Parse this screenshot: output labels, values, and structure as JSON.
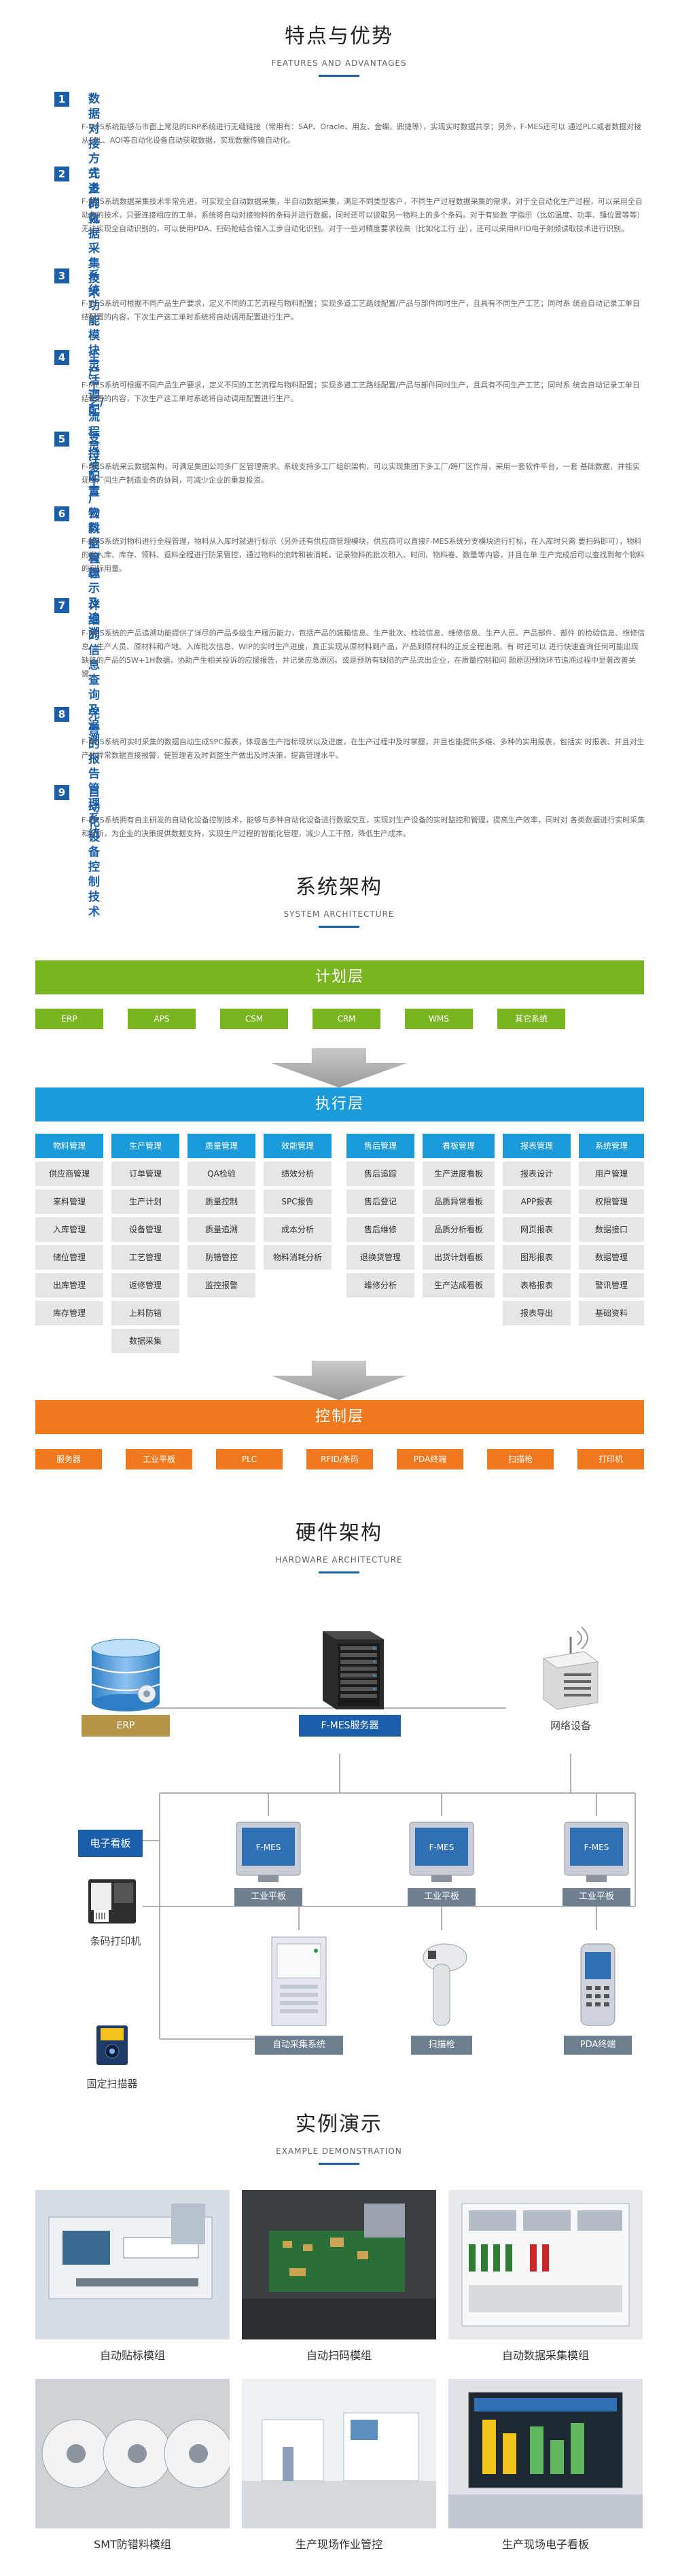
{
  "features_section": {
    "title": "特点与优势",
    "subtitle": "FEATURES AND ADVANTAGES",
    "items": [
      {
        "num": "1",
        "title": "数据对接方式多样化",
        "desc": "F-MES系统能够与市面上常见的ERP系统进行无缝链接（常用有：SAP、Oracle、用友、金蝶、鼎捷等），实现实时数据共享；另外，F-MES还可以 通过PLC或者数据对接从SPL、AOI等自动化设备自动获取数据，实现数据传输自动化。"
      },
      {
        "num": "2",
        "title": "先进的数据采集技术",
        "desc": "F-MES系统数据采集技术非常先进，可实现全自动数据采集，半自动数据采集，满足不同类型客户，不同生产过程数据采集的需求，对于全自动化生产过程，可以采用全自动化的技术，只要连接相应的工单，系统将自动对接物料的条码并进行数据，同时还可以读取另一物料上的多个条码。对于有些数 字指示（比如温度、功率、锤位置等等）无法实现全自动识别的，可以使用PDA、扫码枪结合输入工步自动化识别。对于一些对精度要求较高（比如化工行 业），还可以采用RFID电子射频读取技术进行识别。"
      },
      {
        "num": "3",
        "title": "系统功能模块灵活调配",
        "desc": "F-MES系统可根据不同产品生产要求，定义不同的工艺流程与物料配置；实现多道工艺路线配置/产品与部件同时生产，且具有不同生产工艺；同时系 统会自动记录工单日结配置的内容，下次生产这工单时系统将自动调用配置进行生产。"
      },
      {
        "num": "4",
        "title": "生产工艺/流程灵活配置",
        "desc": "F-MES系统可根据不同产品生产要求，定义不同的工艺流程与物料配置；实现多道工艺路线配置/产品与部件同时生产，且具有不同生产工艺；同时系 统会自动记录工单日结配置的内容，下次生产这工单时系统将自动调用配置进行生产。"
      },
      {
        "num": "5",
        "title": "支持多工厂云数据管理",
        "desc": "F-MES系统采云数据架构，可满足集团公司多厂区管理需求。系统支持多工厂组织架构，可以实现集团下多工厂/跨厂区作用，采用一套软件平台，一套 基础数据，并能实现工厂间生产制造业务的协同，可减少企业的重复投资。"
      },
      {
        "num": "6",
        "title": "物料全程标示及追溯",
        "desc": "F-MES系统对物料进行全程管理，物料从入库时就进行标示（另外还有供应商管理模块，供应商可以直接F-MES系统分支模块进行打标，在入库时只需 要扫码即可），物料的出入库、库存、领料、退料全程进行防呆管控，通过物料的流转和被消耗，记录物料的批次和入、时间、物料卷、数量等内容，并且在单 生产完成后可以查找到每个物料的实际用量。"
      },
      {
        "num": "7",
        "title": "详细的信息查询及追溯",
        "desc": "F-MES系统的产品追溯功能提供了详尽的产品多级生产履历能力，包括产品的装箱信息、生产批次、检验信息、维修信息、生产人员、产品部件、部件 的检验信息、维修信息、生产人员、原材料和产地、入库批次信息、WIP的实时生产进度，真正实现从原材料到产品，产品到原材料的正反全程追溯。有 时还可以 进行快速查询任何可能出现缺陷的产品的5W+1H数据，协助产生相关投诉的应援报告，并记录应急原因。或是预防有缺陷的产品流出企业，在质量控制和问 题原因预防环节追溯过程中显著改善关键。"
      },
      {
        "num": "8",
        "title": "完善的报告管理系统",
        "desc": "F-MES系统可实时采集的数据自动生成SPC报表，体现各生产指标现状以及进度，在生产过程中及时掌握，并且也能提供多维、多种的实用报表，包括实 时报表、并且对生产的异常数据直接报警，使管理者及时调整生产做出及时决策，提高管理水平。"
      },
      {
        "num": "9",
        "title": "自动化设备控制技术",
        "desc": "F-MES系统拥有自主研发的自动化设备控制技术，能够与多种自动化设备进行数据交互，实现对生产设备的实时监控和管理，提高生产效率，同时对 各类数据进行实时采集和分析，为企业的决策提供数据支持，实现生产过程的智能化管理，减少人工干预，降低生产成本。"
      }
    ]
  },
  "system_section": {
    "title": "系统架构",
    "subtitle": "SYSTEM ARCHITECTURE",
    "plan_layer": {
      "label": "计划层",
      "items": [
        "ERP",
        "APS",
        "CSM",
        "CRM",
        "WMS",
        "其它系统"
      ]
    },
    "exec_layer": {
      "label": "执行层",
      "columns": [
        {
          "head": "物料管理",
          "items": [
            "供应商管理",
            "来料管理",
            "入库管理",
            "储位管理",
            "出库管理",
            "库存管理"
          ]
        },
        {
          "head": "生产管理",
          "items": [
            "订单管理",
            "生产计划",
            "设备管理",
            "工艺管理",
            "返修管理",
            "上料防错",
            "数据采集"
          ]
        },
        {
          "head": "质量管理",
          "items": [
            "QA检验",
            "质量控制",
            "质量追溯",
            "防错管控",
            "监控报警"
          ]
        },
        {
          "head": "效能管理",
          "items": [
            "绩效分析",
            "SPC报告",
            "成本分析",
            "物料消耗分析"
          ]
        },
        {
          "head": "售后管理",
          "items": [
            "售后追踪",
            "售后登记",
            "售后维修",
            "退换货管理",
            "维修分析"
          ]
        },
        {
          "head": "看板管理",
          "items": [
            "生产进度看板",
            "品质异常看板",
            "品质分析看板",
            "出货计划看板",
            "生产达成看板"
          ]
        },
        {
          "head": "报表管理",
          "items": [
            "报表设计",
            "APP报表",
            "网页报表",
            "图形报表",
            "表格报表",
            "报表导出"
          ]
        },
        {
          "head": "系统管理",
          "items": [
            "用户管理",
            "权限管理",
            "数据接口",
            "数据管理",
            "警讯管理",
            "基础资料"
          ]
        }
      ]
    },
    "control_layer": {
      "label": "控制层",
      "items": [
        "服务器",
        "工业平板",
        "PLC",
        "RFID/条码",
        "PDA终端",
        "扫描枪",
        "打印机"
      ]
    }
  },
  "hardware_section": {
    "title": "硬件架构",
    "subtitle": "HARDWARE ARCHITECTURE",
    "erp": "ERP",
    "mes_server": "F-MES服务器",
    "network": "网络设备",
    "board": "电子看板",
    "printer": "条码打印机",
    "tablet_screen": "F-MES",
    "tablet": "工业平板",
    "scanner_fixed": "固定扫描器",
    "automation": "自动采集系统",
    "scan_gun": "扫描枪",
    "pda": "PDA终端"
  },
  "examples_section": {
    "title": "实例演示",
    "subtitle": "EXAMPLE DEMONSTRATION",
    "items": [
      "自动贴标模组",
      "自动扫码模组",
      "自动数据采集模组",
      "SMT防错料模组",
      "生产现场作业管控",
      "生产现场电子看板"
    ]
  },
  "colors": {
    "brand_blue": "#1b5faa",
    "plan_green": "#7ab521",
    "exec_blue": "#1a9ad8",
    "control_orange": "#f0791e"
  }
}
